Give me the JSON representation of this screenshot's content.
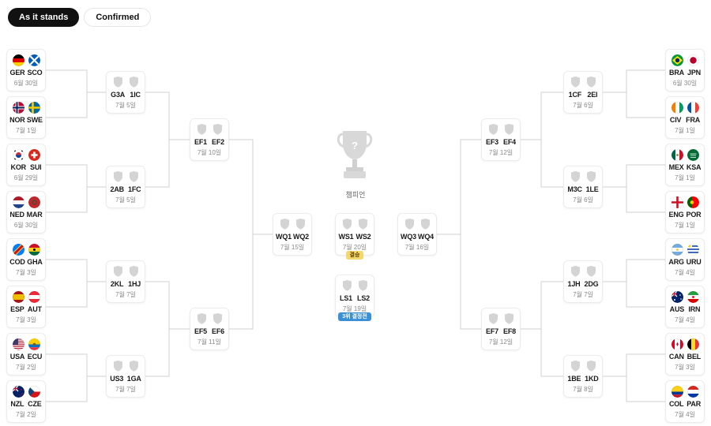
{
  "tabs": [
    {
      "label": "As it stands"
    },
    {
      "label": "Confirmed"
    }
  ],
  "champion_label": "챔피언",
  "colors": {
    "line": "#d0d0d0",
    "active_tab": "#111111",
    "final_badge": "#f5d76e",
    "third_badge": "#3a8fd6"
  },
  "matches": [
    {
      "a": "GER",
      "b": "SCO",
      "date": "6월 30일",
      "fa": "ger",
      "fb": "sco"
    },
    {
      "a": "NOR",
      "b": "SWE",
      "date": "7월 1일",
      "fa": "nor",
      "fb": "swe"
    },
    {
      "a": "KOR",
      "b": "SUI",
      "date": "6월 29일",
      "fa": "kor",
      "fb": "sui"
    },
    {
      "a": "NED",
      "b": "MAR",
      "date": "6월 30일",
      "fa": "ned",
      "fb": "mar"
    },
    {
      "a": "COD",
      "b": "GHA",
      "date": "7월 3일",
      "fa": "cod",
      "fb": "gha"
    },
    {
      "a": "ESP",
      "b": "AUT",
      "date": "7월 3일",
      "fa": "esp",
      "fb": "aut"
    },
    {
      "a": "USA",
      "b": "ECU",
      "date": "7월 2일",
      "fa": "usa",
      "fb": "ecu"
    },
    {
      "a": "NZL",
      "b": "CZE",
      "date": "7월 2일",
      "fa": "nzl",
      "fb": "cze"
    },
    {
      "a": "G3A",
      "b": "1IC",
      "date": "7월 5일"
    },
    {
      "a": "2AB",
      "b": "1FC",
      "date": "7월 5일"
    },
    {
      "a": "2KL",
      "b": "1HJ",
      "date": "7월 7일"
    },
    {
      "a": "US3",
      "b": "1GA",
      "date": "7월 7일"
    },
    {
      "a": "EF1",
      "b": "EF2",
      "date": "7월 10일"
    },
    {
      "a": "EF5",
      "b": "EF6",
      "date": "7월 11일"
    },
    {
      "a": "WQ1",
      "b": "WQ2",
      "date": "7월 15일"
    },
    {
      "a": "WS1",
      "b": "WS2",
      "date": "7월 20일",
      "badge": "결승"
    },
    {
      "a": "LS1",
      "b": "LS2",
      "date": "7월 19일",
      "badge": "3위 결정전"
    },
    {
      "a": "WQ3",
      "b": "WQ4",
      "date": "7월 16일"
    },
    {
      "a": "EF3",
      "b": "EF4",
      "date": "7월 12일"
    },
    {
      "a": "EF7",
      "b": "EF8",
      "date": "7월 12일"
    },
    {
      "a": "1CF",
      "b": "2EI",
      "date": "7월 6일"
    },
    {
      "a": "M3C",
      "b": "1LE",
      "date": "7월 6일"
    },
    {
      "a": "1JH",
      "b": "2DG",
      "date": "7월 7일"
    },
    {
      "a": "1BE",
      "b": "1KD",
      "date": "7월 8일"
    },
    {
      "a": "BRA",
      "b": "JPN",
      "date": "6월 30일",
      "fa": "bra",
      "fb": "jpn"
    },
    {
      "a": "CIV",
      "b": "FRA",
      "date": "7월 1일",
      "fa": "civ",
      "fb": "fra"
    },
    {
      "a": "MEX",
      "b": "KSA",
      "date": "7월 1일",
      "fa": "mex",
      "fb": "ksa"
    },
    {
      "a": "ENG",
      "b": "POR",
      "date": "7월 1일",
      "fa": "eng",
      "fb": "por"
    },
    {
      "a": "ARG",
      "b": "URU",
      "date": "7월 4일",
      "fa": "arg",
      "fb": "uru"
    },
    {
      "a": "AUS",
      "b": "IRN",
      "date": "7월 4일",
      "fa": "aus",
      "fb": "irn"
    },
    {
      "a": "CAN",
      "b": "BEL",
      "date": "7월 3일",
      "fa": "can",
      "fb": "bel"
    },
    {
      "a": "COL",
      "b": "PAR",
      "date": "7월 4일",
      "fa": "col",
      "fb": "par"
    }
  ]
}
